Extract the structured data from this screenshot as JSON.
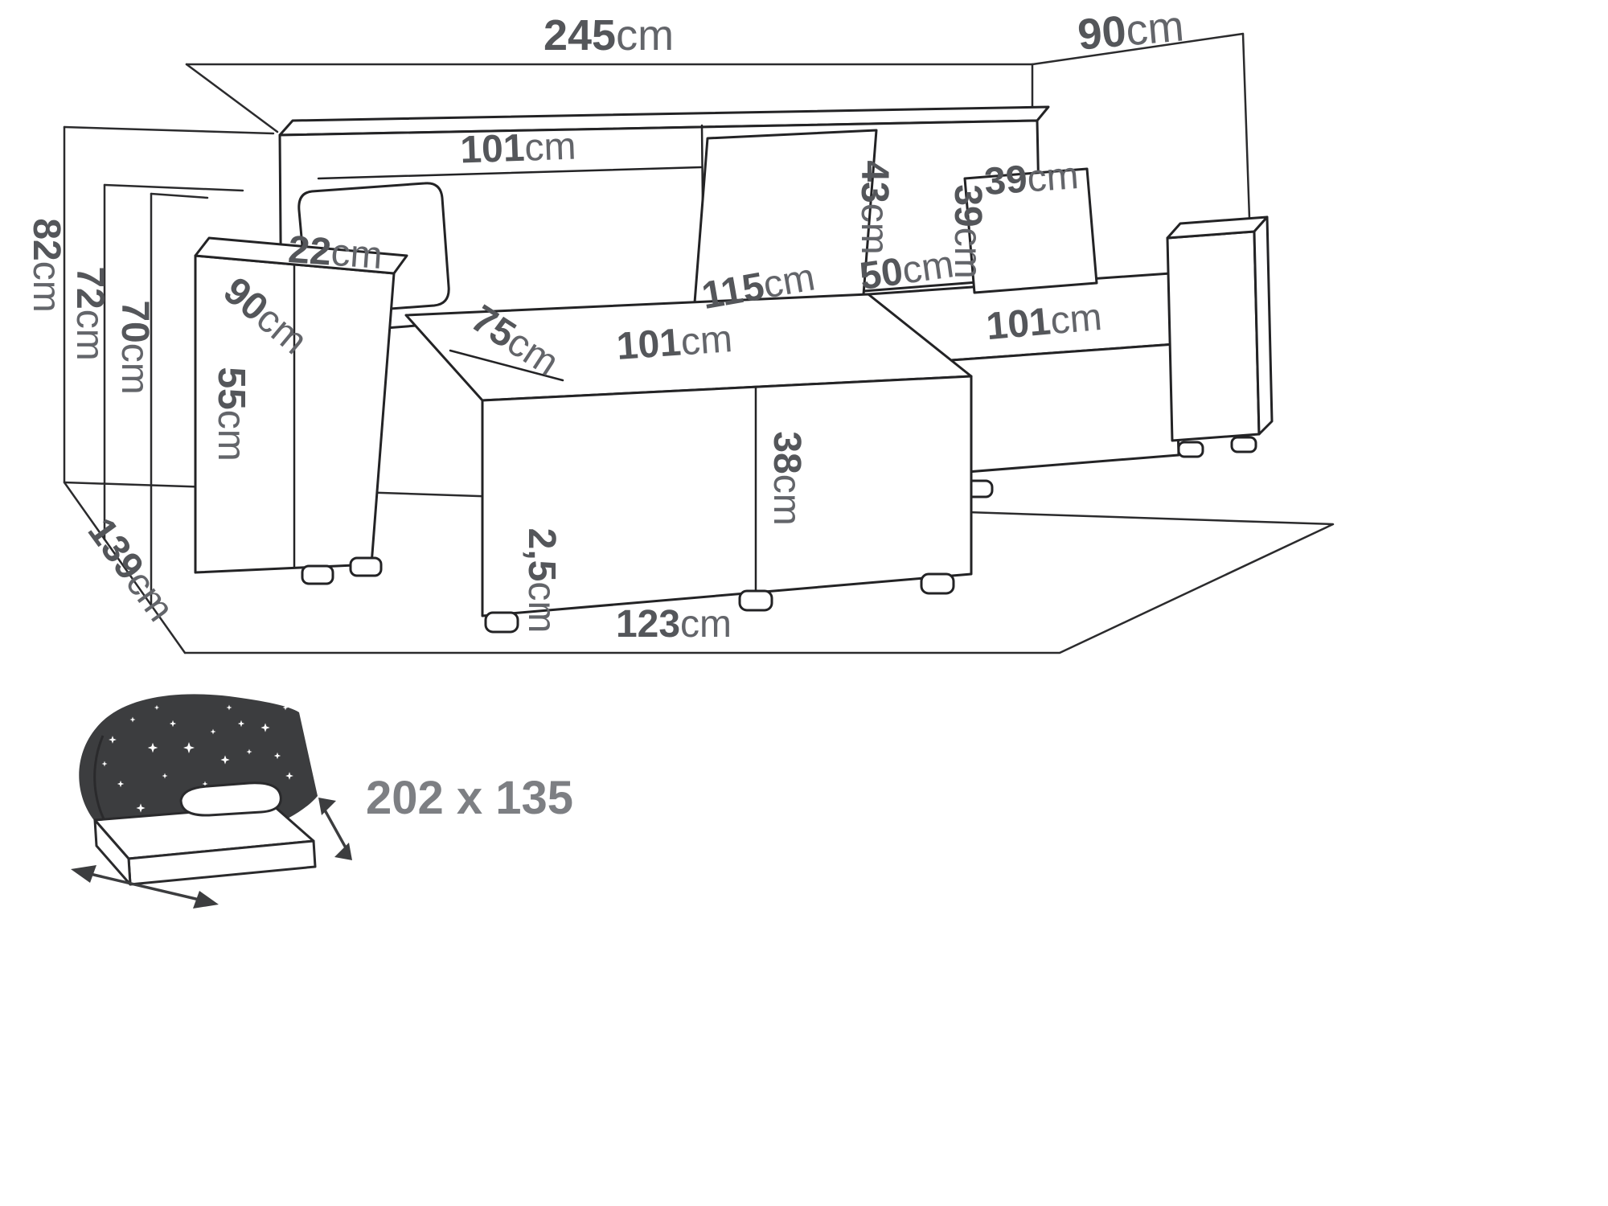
{
  "colors": {
    "line": "#232325",
    "dimension_text": "#54565a",
    "muted_text": "#7d7f83",
    "background": "#ffffff"
  },
  "dims": {
    "total_width": {
      "value": "245",
      "unit": "cm"
    },
    "side_depth": {
      "value": "90",
      "unit": "cm"
    },
    "total_height": {
      "value": "82",
      "unit": "cm"
    },
    "backrest_height": {
      "value": "72",
      "unit": "cm"
    },
    "armrest_floor_height": {
      "value": "70",
      "unit": "cm"
    },
    "floor_depth": {
      "value": "139",
      "unit": "cm"
    },
    "backrest_width": {
      "value": "101",
      "unit": "cm"
    },
    "armrest_width": {
      "value": "22",
      "unit": "cm"
    },
    "armrest_depth": {
      "value": "90",
      "unit": "cm"
    },
    "armrest_height": {
      "value": "55",
      "unit": "cm"
    },
    "seat_depth": {
      "value": "75",
      "unit": "cm"
    },
    "seat_width": {
      "value": "101",
      "unit": "cm"
    },
    "chaise_depth": {
      "value": "115",
      "unit": "cm"
    },
    "back_cushion_height": {
      "value": "43",
      "unit": "cm"
    },
    "chaise_seat_width": {
      "value": "50",
      "unit": "cm"
    },
    "pillow_width": {
      "value": "39",
      "unit": "cm"
    },
    "pillow_height": {
      "value": "39",
      "unit": "cm"
    },
    "chaise_length": {
      "value": "101",
      "unit": "cm"
    },
    "seat_front_height": {
      "value": "38",
      "unit": "cm"
    },
    "leg_height": {
      "value": "2,5",
      "unit": "cm"
    },
    "pullout_width": {
      "value": "123",
      "unit": "cm"
    }
  },
  "sleeping_area": {
    "label": "202 x 135"
  }
}
